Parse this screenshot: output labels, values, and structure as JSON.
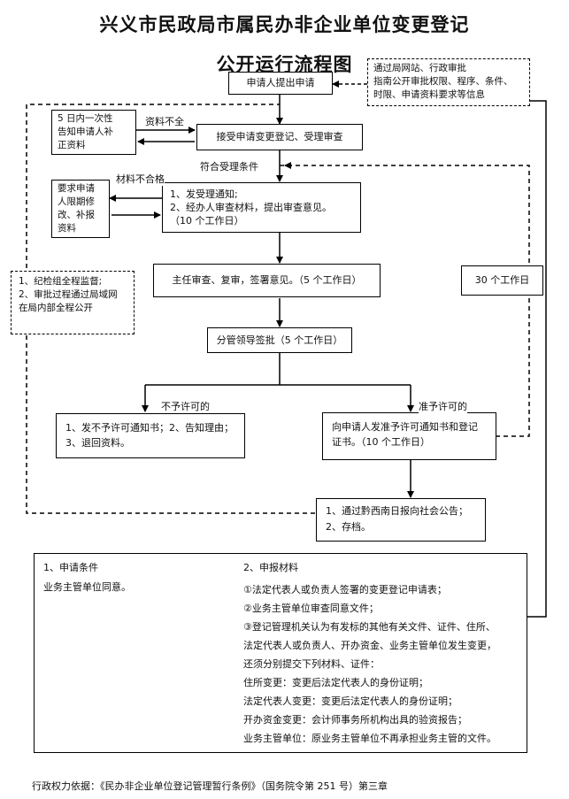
{
  "title": {
    "line1": "兴义市民政局市属民办非企业单位变更登记",
    "line2": "公开运行流程图"
  },
  "nodes": {
    "apply": "申请人提出申请",
    "info_public": "通过局网站、行政审批\n指南公开审批权限、程序、条件、\n时限、申请资料要求等信息",
    "notify_supplement": "5 日内一次性\n告知申请人补\n正资料",
    "accept_review": "接受申请变更登记、受理审查",
    "require_modify": "要求申请\n人限期修\n改、补报\n资料",
    "notice_review": "1、发受理通知;\n2、经办人审查材料，提出审查意见。\n（10 个工作日）",
    "supervision": "1、纪检组全程监督;\n2、审批过程通过局域网\n在局内部全程公开",
    "director_review": "主任审查、复审，签署意见。（5 个工作日）",
    "thirty_days": "30 个工作日",
    "leader_sign": "分管领导签批（5 个工作日）",
    "not_permit_box": "1、发不予许可通知书；2、告知理由；\n3、退回资料。",
    "permit_box": "向申请人发准予许可通知书和登记\n证书。（10 个工作日）",
    "announce": "1、通过黔西南日报向社会公告；\n2、存档。"
  },
  "labels": {
    "incomplete": "资料不全",
    "meets_conditions": "符合受理条件",
    "material_fail": "材料不合格",
    "not_permit": "不予许可的",
    "permit": "准予许可的"
  },
  "conditions": {
    "heading": "1、申请条件",
    "text": "业务主管单位同意。"
  },
  "materials": {
    "heading": "2、申报材料",
    "items": [
      "①法定代表人或负责人签署的变更登记申请表；",
      "②业务主管单位审查同意文件；",
      "③登记管理机关认为有发标的其他有关文件、证件、住所、",
      "法定代表人或负责人、开办资金、业务主管单位发生变更，",
      "还须分别提交下列材料、证件：",
      "住所变更：变更后法定代表人的身份证明；",
      "法定代表人变更：变更后法定代表人的身份证明；",
      "开办资金变更：会计师事务所机构出具的验资报告；",
      "业务主管单位：原业务主管单位不再承担业务主管的文件。"
    ]
  },
  "footer": "行政权力依据：《民办非企业单位登记管理暂行条例》（国务院令第 251 号）第三章"
}
